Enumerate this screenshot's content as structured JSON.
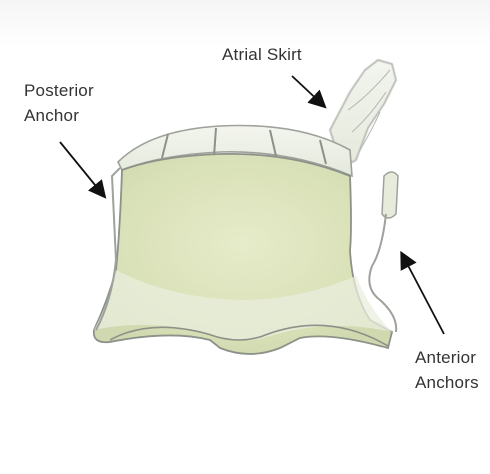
{
  "labels": {
    "atrial_skirt": "Atrial Skirt",
    "posterior_anchor": "Posterior\nAnchor",
    "anterior_anchors": "Anterior\nAnchors"
  },
  "colors": {
    "background": "#ffffff",
    "valve_body": "#dfe6c2",
    "valve_mesh": "#eef1e6",
    "frame_wire": "#8c9189",
    "annotation_arrow": "#111111",
    "label_text": "#333333"
  }
}
